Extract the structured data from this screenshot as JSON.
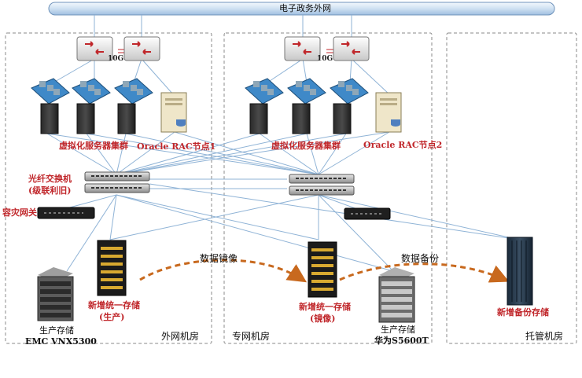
{
  "network": {
    "title": "电子政务外网"
  },
  "rooms": [
    {
      "name": "外网机房"
    },
    {
      "name": "专网机房"
    },
    {
      "name": "托管机房"
    }
  ],
  "site_a": {
    "link_speed": "10G",
    "vm_cluster": "虚拟化服务器集群",
    "oracle_node": "Oracle RAC节点1",
    "fiber_switch_line1": "光纤交换机",
    "fiber_switch_line2": "(级联利旧)",
    "dr_gateway": "容灾网关",
    "storage_new_line1": "新增统一存储",
    "storage_new_line2": "(生产)",
    "storage_prod_line1": "生产存储",
    "storage_prod_line2": "EMC VNX5300"
  },
  "site_b": {
    "link_speed": "10G",
    "vm_cluster": "虚拟化服务器集群",
    "oracle_node": "Oracle RAC节点2",
    "storage_new_line1": "新增统一存储",
    "storage_new_line2": "(镜像)",
    "storage_prod_line1": "生产存储",
    "storage_prod_line2": "华为S5600T"
  },
  "site_c": {
    "storage_backup": "新增备份存储"
  },
  "flows": {
    "mirror": "数据镜像",
    "backup": "数据备份"
  },
  "colors": {
    "link": "#8fb3d6",
    "flow": "#c8691e",
    "label_red": "#c0262a",
    "border": "#8a8a8a"
  }
}
